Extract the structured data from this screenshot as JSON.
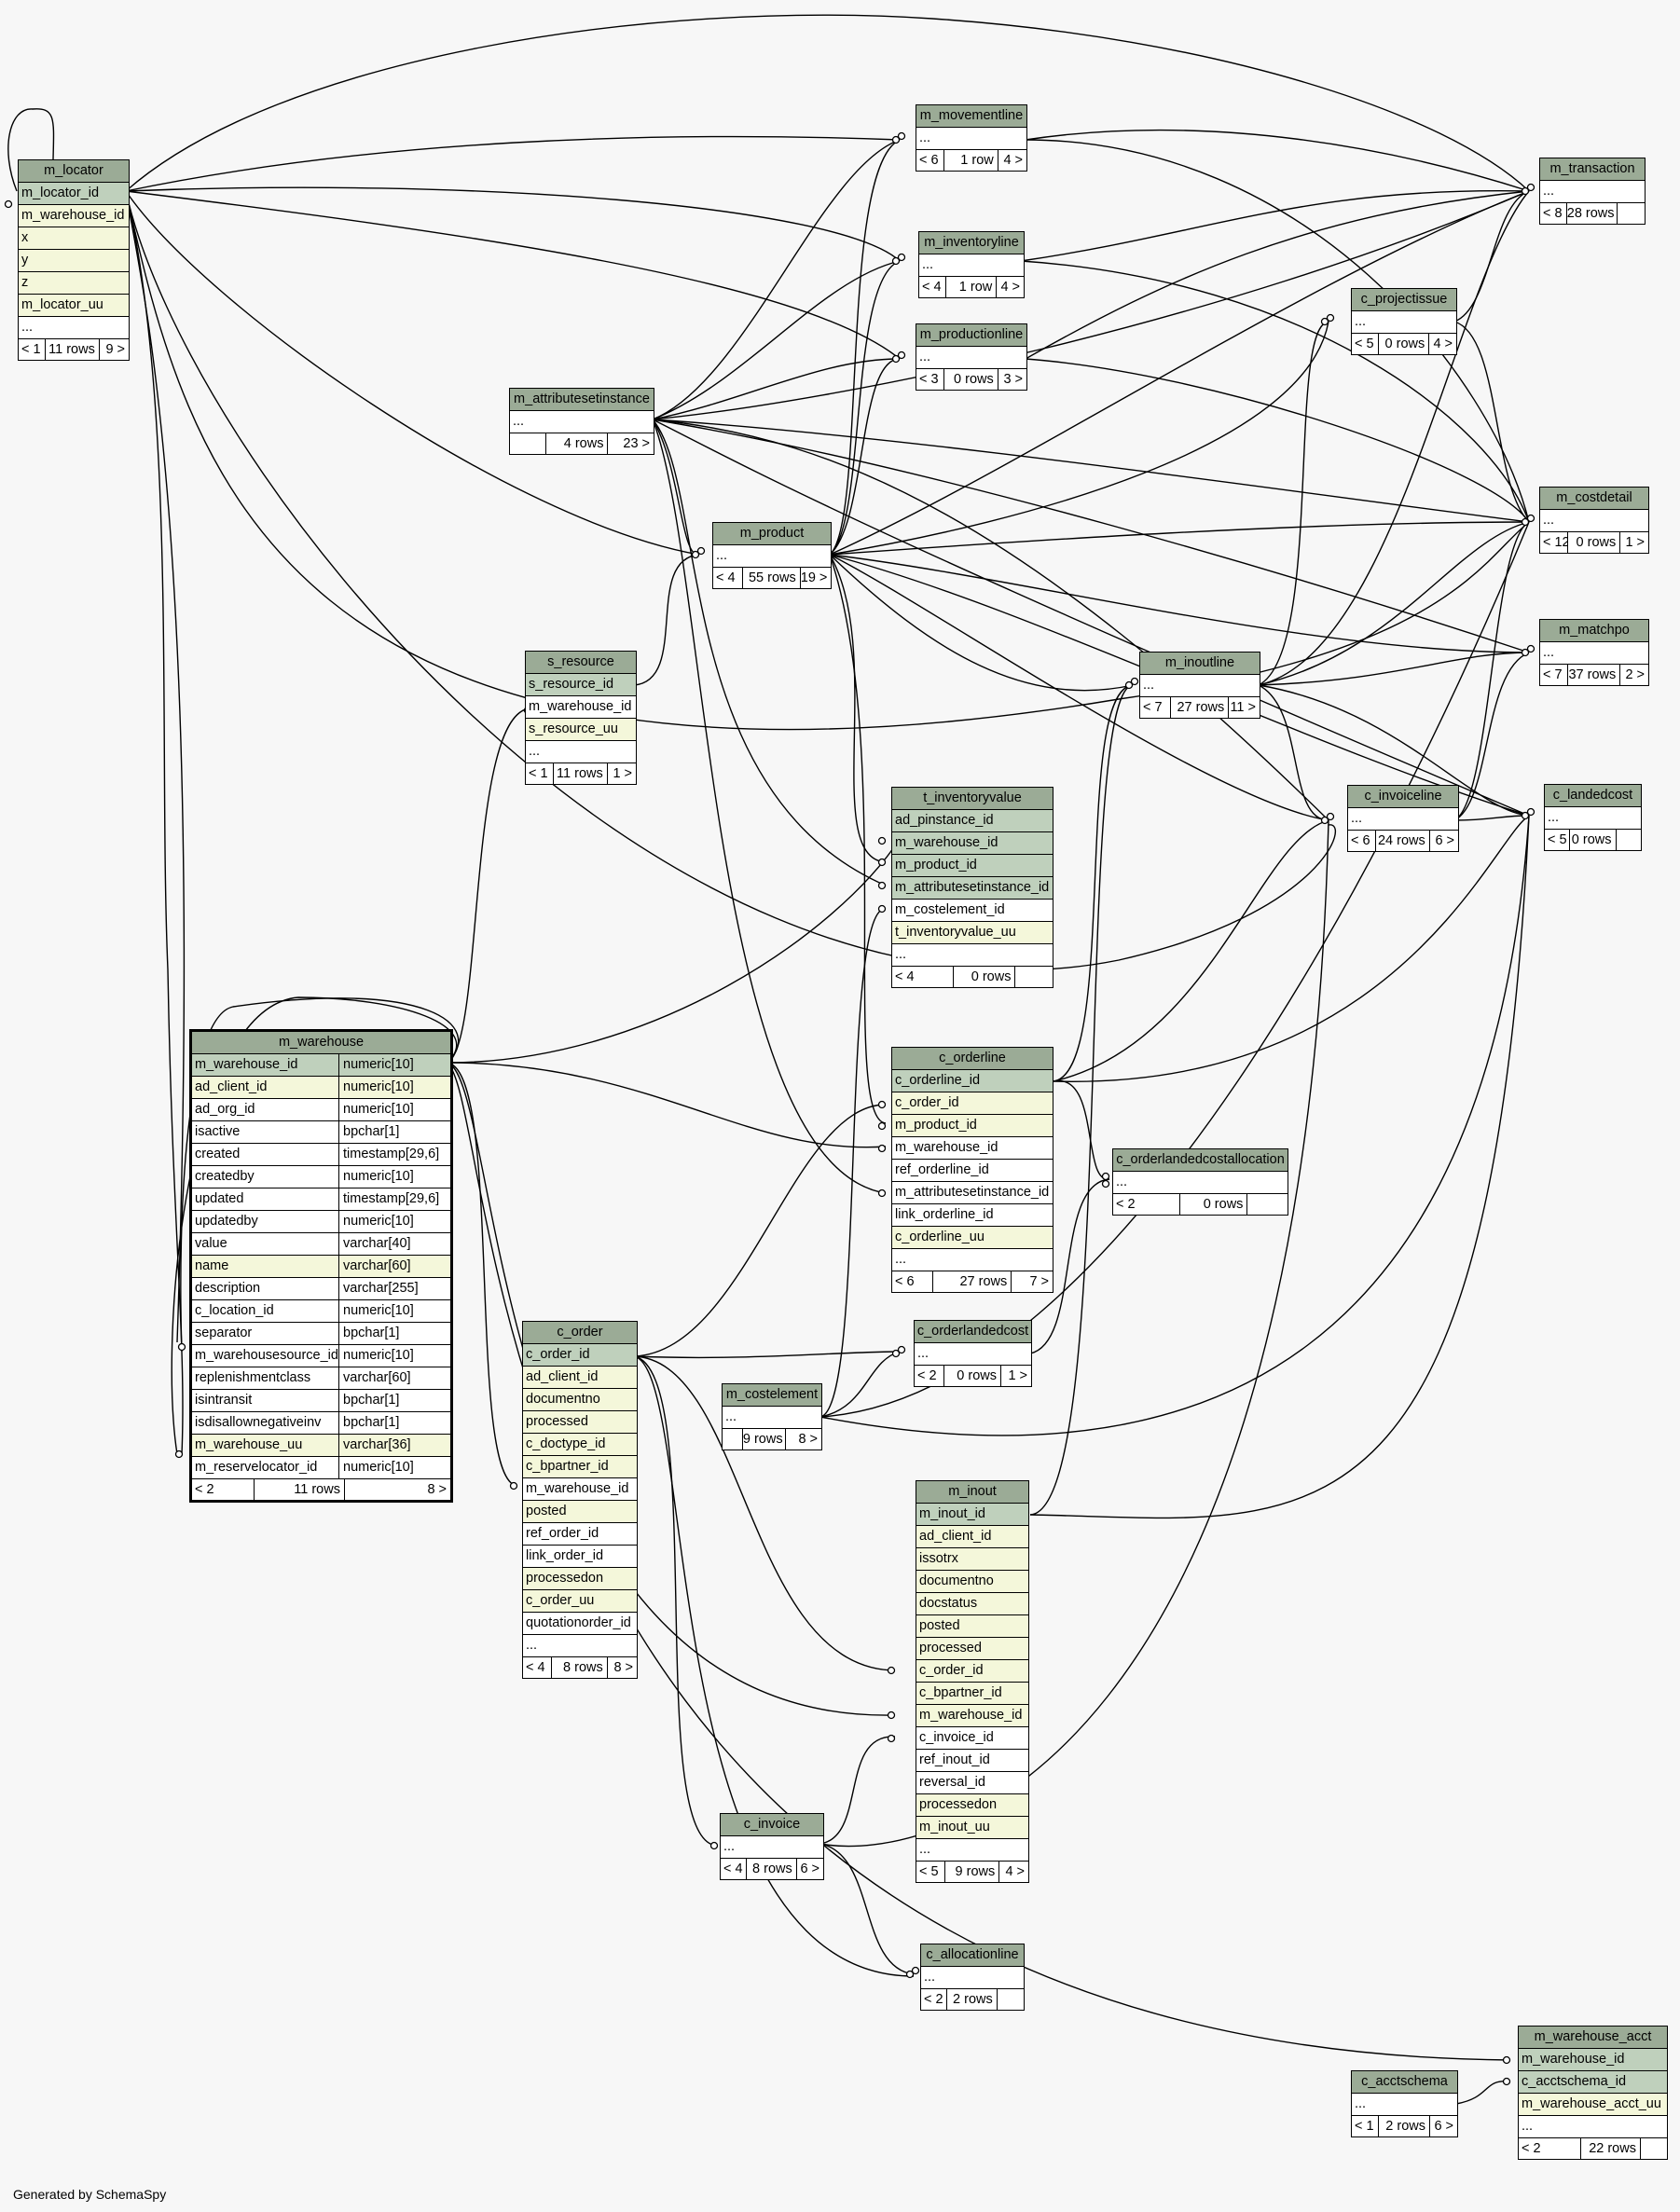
{
  "footer": "Generated by SchemaSpy",
  "tables": [
    {
      "id": "m_locator",
      "title": "m_locator",
      "rows": [
        {
          "name": "m_locator_id",
          "kind": "pk"
        },
        {
          "name": "m_warehouse_id",
          "kind": "fk"
        },
        {
          "name": "x",
          "kind": "fk"
        },
        {
          "name": "y",
          "kind": "fk"
        },
        {
          "name": "z",
          "kind": "fk"
        },
        {
          "name": "m_locator_uu",
          "kind": "fk"
        },
        {
          "name": "...",
          "kind": "plain"
        }
      ],
      "footer": [
        "< 1",
        "11 rows",
        "9 >"
      ]
    },
    {
      "id": "m_movementline",
      "title": "m_movementline",
      "rows": [
        {
          "name": "...",
          "kind": "plain"
        }
      ],
      "footer": [
        "< 6",
        "1 row",
        "4 >"
      ]
    },
    {
      "id": "m_inventoryline",
      "title": "m_inventoryline",
      "rows": [
        {
          "name": "...",
          "kind": "plain"
        }
      ],
      "footer": [
        "< 4",
        "1 row",
        "4 >"
      ]
    },
    {
      "id": "m_productionline",
      "title": "m_productionline",
      "rows": [
        {
          "name": "...",
          "kind": "plain"
        }
      ],
      "footer": [
        "< 3",
        "0 rows",
        "3 >"
      ]
    },
    {
      "id": "m_transaction",
      "title": "m_transaction",
      "rows": [
        {
          "name": "...",
          "kind": "plain"
        }
      ],
      "footer": [
        "< 8",
        "28 rows",
        ""
      ]
    },
    {
      "id": "c_projectissue",
      "title": "c_projectissue",
      "rows": [
        {
          "name": "...",
          "kind": "plain"
        }
      ],
      "footer": [
        "< 5",
        "0 rows",
        "4 >"
      ]
    },
    {
      "id": "m_attributesetinstance",
      "title": "m_attributesetinstance",
      "rows": [
        {
          "name": "...",
          "kind": "plain"
        }
      ],
      "footer": [
        "",
        "4 rows",
        "23 >"
      ]
    },
    {
      "id": "m_product",
      "title": "m_product",
      "rows": [
        {
          "name": "...",
          "kind": "plain"
        }
      ],
      "footer": [
        "< 4",
        "55 rows",
        "19 >"
      ]
    },
    {
      "id": "m_costdetail",
      "title": "m_costdetail",
      "rows": [
        {
          "name": "...",
          "kind": "plain"
        }
      ],
      "footer": [
        "< 12",
        "0 rows",
        "1 >"
      ]
    },
    {
      "id": "m_matchpo",
      "title": "m_matchpo",
      "rows": [
        {
          "name": "...",
          "kind": "plain"
        }
      ],
      "footer": [
        "< 7",
        "37 rows",
        "2 >"
      ]
    },
    {
      "id": "s_resource",
      "title": "s_resource",
      "rows": [
        {
          "name": "s_resource_id",
          "kind": "pk"
        },
        {
          "name": "m_warehouse_id",
          "kind": "plain"
        },
        {
          "name": "s_resource_uu",
          "kind": "fk"
        },
        {
          "name": "...",
          "kind": "plain"
        }
      ],
      "footer": [
        "< 1",
        "11 rows",
        "1 >"
      ]
    },
    {
      "id": "m_inoutline",
      "title": "m_inoutline",
      "rows": [
        {
          "name": "...",
          "kind": "plain"
        }
      ],
      "footer": [
        "< 7",
        "27 rows",
        "11 >"
      ]
    },
    {
      "id": "c_invoiceline",
      "title": "c_invoiceline",
      "rows": [
        {
          "name": "...",
          "kind": "plain"
        }
      ],
      "footer": [
        "< 6",
        "24 rows",
        "6 >"
      ]
    },
    {
      "id": "c_landedcost",
      "title": "c_landedcost",
      "rows": [
        {
          "name": "...",
          "kind": "plain"
        }
      ],
      "footer": [
        "< 5",
        "0 rows",
        ""
      ]
    },
    {
      "id": "t_inventoryvalue",
      "title": "t_inventoryvalue",
      "rows": [
        {
          "name": "ad_pinstance_id",
          "kind": "pk"
        },
        {
          "name": "m_warehouse_id",
          "kind": "pk"
        },
        {
          "name": "m_product_id",
          "kind": "pk"
        },
        {
          "name": "m_attributesetinstance_id",
          "kind": "pk"
        },
        {
          "name": "m_costelement_id",
          "kind": "plain"
        },
        {
          "name": "t_inventoryvalue_uu",
          "kind": "fk"
        },
        {
          "name": "...",
          "kind": "plain"
        }
      ],
      "footer": [
        "< 4",
        "0 rows",
        ""
      ]
    },
    {
      "id": "m_warehouse",
      "title": "m_warehouse",
      "focus": true,
      "rows": [
        {
          "name": "m_warehouse_id",
          "type": "numeric[10]",
          "kind": "pk"
        },
        {
          "name": "ad_client_id",
          "type": "numeric[10]",
          "kind": "fk"
        },
        {
          "name": "ad_org_id",
          "type": "numeric[10]",
          "kind": "plain"
        },
        {
          "name": "isactive",
          "type": "bpchar[1]",
          "kind": "plain"
        },
        {
          "name": "created",
          "type": "timestamp[29,6]",
          "kind": "plain"
        },
        {
          "name": "createdby",
          "type": "numeric[10]",
          "kind": "plain"
        },
        {
          "name": "updated",
          "type": "timestamp[29,6]",
          "kind": "plain"
        },
        {
          "name": "updatedby",
          "type": "numeric[10]",
          "kind": "plain"
        },
        {
          "name": "value",
          "type": "varchar[40]",
          "kind": "plain"
        },
        {
          "name": "name",
          "type": "varchar[60]",
          "kind": "fk"
        },
        {
          "name": "description",
          "type": "varchar[255]",
          "kind": "plain"
        },
        {
          "name": "c_location_id",
          "type": "numeric[10]",
          "kind": "plain"
        },
        {
          "name": "separator",
          "type": "bpchar[1]",
          "kind": "plain"
        },
        {
          "name": "m_warehousesource_id",
          "type": "numeric[10]",
          "kind": "plain"
        },
        {
          "name": "replenishmentclass",
          "type": "varchar[60]",
          "kind": "plain"
        },
        {
          "name": "isintransit",
          "type": "bpchar[1]",
          "kind": "plain"
        },
        {
          "name": "isdisallownegativeinv",
          "type": "bpchar[1]",
          "kind": "plain"
        },
        {
          "name": "m_warehouse_uu",
          "type": "varchar[36]",
          "kind": "fk"
        },
        {
          "name": "m_reservelocator_id",
          "type": "numeric[10]",
          "kind": "plain"
        }
      ],
      "footer": [
        "< 2",
        "11 rows",
        "8 >"
      ]
    },
    {
      "id": "c_orderline",
      "title": "c_orderline",
      "rows": [
        {
          "name": "c_orderline_id",
          "kind": "pk"
        },
        {
          "name": "c_order_id",
          "kind": "fk"
        },
        {
          "name": "m_product_id",
          "kind": "fk"
        },
        {
          "name": "m_warehouse_id",
          "kind": "plain"
        },
        {
          "name": "ref_orderline_id",
          "kind": "plain"
        },
        {
          "name": "m_attributesetinstance_id",
          "kind": "plain"
        },
        {
          "name": "link_orderline_id",
          "kind": "plain"
        },
        {
          "name": "c_orderline_uu",
          "kind": "fk"
        },
        {
          "name": "...",
          "kind": "plain"
        }
      ],
      "footer": [
        "< 6",
        "27 rows",
        "7 >"
      ]
    },
    {
      "id": "c_orderlandedcostallocation",
      "title": "c_orderlandedcostallocation",
      "rows": [
        {
          "name": "...",
          "kind": "plain"
        }
      ],
      "footer": [
        "< 2",
        "0 rows",
        ""
      ]
    },
    {
      "id": "c_order",
      "title": "c_order",
      "rows": [
        {
          "name": "c_order_id",
          "kind": "pk"
        },
        {
          "name": "ad_client_id",
          "kind": "fk"
        },
        {
          "name": "documentno",
          "kind": "fk"
        },
        {
          "name": "processed",
          "kind": "fk"
        },
        {
          "name": "c_doctype_id",
          "kind": "fk"
        },
        {
          "name": "c_bpartner_id",
          "kind": "fk"
        },
        {
          "name": "m_warehouse_id",
          "kind": "plain"
        },
        {
          "name": "posted",
          "kind": "fk"
        },
        {
          "name": "ref_order_id",
          "kind": "plain"
        },
        {
          "name": "link_order_id",
          "kind": "plain"
        },
        {
          "name": "processedon",
          "kind": "fk"
        },
        {
          "name": "c_order_uu",
          "kind": "fk"
        },
        {
          "name": "quotationorder_id",
          "kind": "plain"
        },
        {
          "name": "...",
          "kind": "plain"
        }
      ],
      "footer": [
        "< 4",
        "8 rows",
        "8 >"
      ]
    },
    {
      "id": "c_orderlandedcost",
      "title": "c_orderlandedcost",
      "rows": [
        {
          "name": "...",
          "kind": "plain"
        }
      ],
      "footer": [
        "< 2",
        "0 rows",
        "1 >"
      ]
    },
    {
      "id": "m_costelement",
      "title": "m_costelement",
      "rows": [
        {
          "name": "...",
          "kind": "plain"
        }
      ],
      "footer": [
        "",
        "9 rows",
        "8 >"
      ]
    },
    {
      "id": "m_inout",
      "title": "m_inout",
      "rows": [
        {
          "name": "m_inout_id",
          "kind": "pk"
        },
        {
          "name": "ad_client_id",
          "kind": "fk"
        },
        {
          "name": "issotrx",
          "kind": "fk"
        },
        {
          "name": "documentno",
          "kind": "fk"
        },
        {
          "name": "docstatus",
          "kind": "fk"
        },
        {
          "name": "posted",
          "kind": "fk"
        },
        {
          "name": "processed",
          "kind": "fk"
        },
        {
          "name": "c_order_id",
          "kind": "fk"
        },
        {
          "name": "c_bpartner_id",
          "kind": "fk"
        },
        {
          "name": "m_warehouse_id",
          "kind": "fk"
        },
        {
          "name": "c_invoice_id",
          "kind": "plain"
        },
        {
          "name": "ref_inout_id",
          "kind": "plain"
        },
        {
          "name": "reversal_id",
          "kind": "plain"
        },
        {
          "name": "processedon",
          "kind": "fk"
        },
        {
          "name": "m_inout_uu",
          "kind": "fk"
        },
        {
          "name": "...",
          "kind": "plain"
        }
      ],
      "footer": [
        "< 5",
        "9 rows",
        "4 >"
      ]
    },
    {
      "id": "c_invoice",
      "title": "c_invoice",
      "rows": [
        {
          "name": "...",
          "kind": "plain"
        }
      ],
      "footer": [
        "< 4",
        "8 rows",
        "6 >"
      ]
    },
    {
      "id": "c_allocationline",
      "title": "c_allocationline",
      "rows": [
        {
          "name": "...",
          "kind": "plain"
        }
      ],
      "footer": [
        "< 2",
        "2 rows",
        ""
      ]
    },
    {
      "id": "c_acctschema",
      "title": "c_acctschema",
      "rows": [
        {
          "name": "...",
          "kind": "plain"
        }
      ],
      "footer": [
        "< 1",
        "2 rows",
        "6 >"
      ]
    },
    {
      "id": "m_warehouse_acct",
      "title": "m_warehouse_acct",
      "rows": [
        {
          "name": "m_warehouse_id",
          "kind": "pk"
        },
        {
          "name": "c_acctschema_id",
          "kind": "pk"
        },
        {
          "name": "m_warehouse_acct_uu",
          "kind": "fk"
        },
        {
          "name": "...",
          "kind": "plain"
        }
      ],
      "footer": [
        "< 2",
        "22 rows",
        ""
      ]
    }
  ]
}
